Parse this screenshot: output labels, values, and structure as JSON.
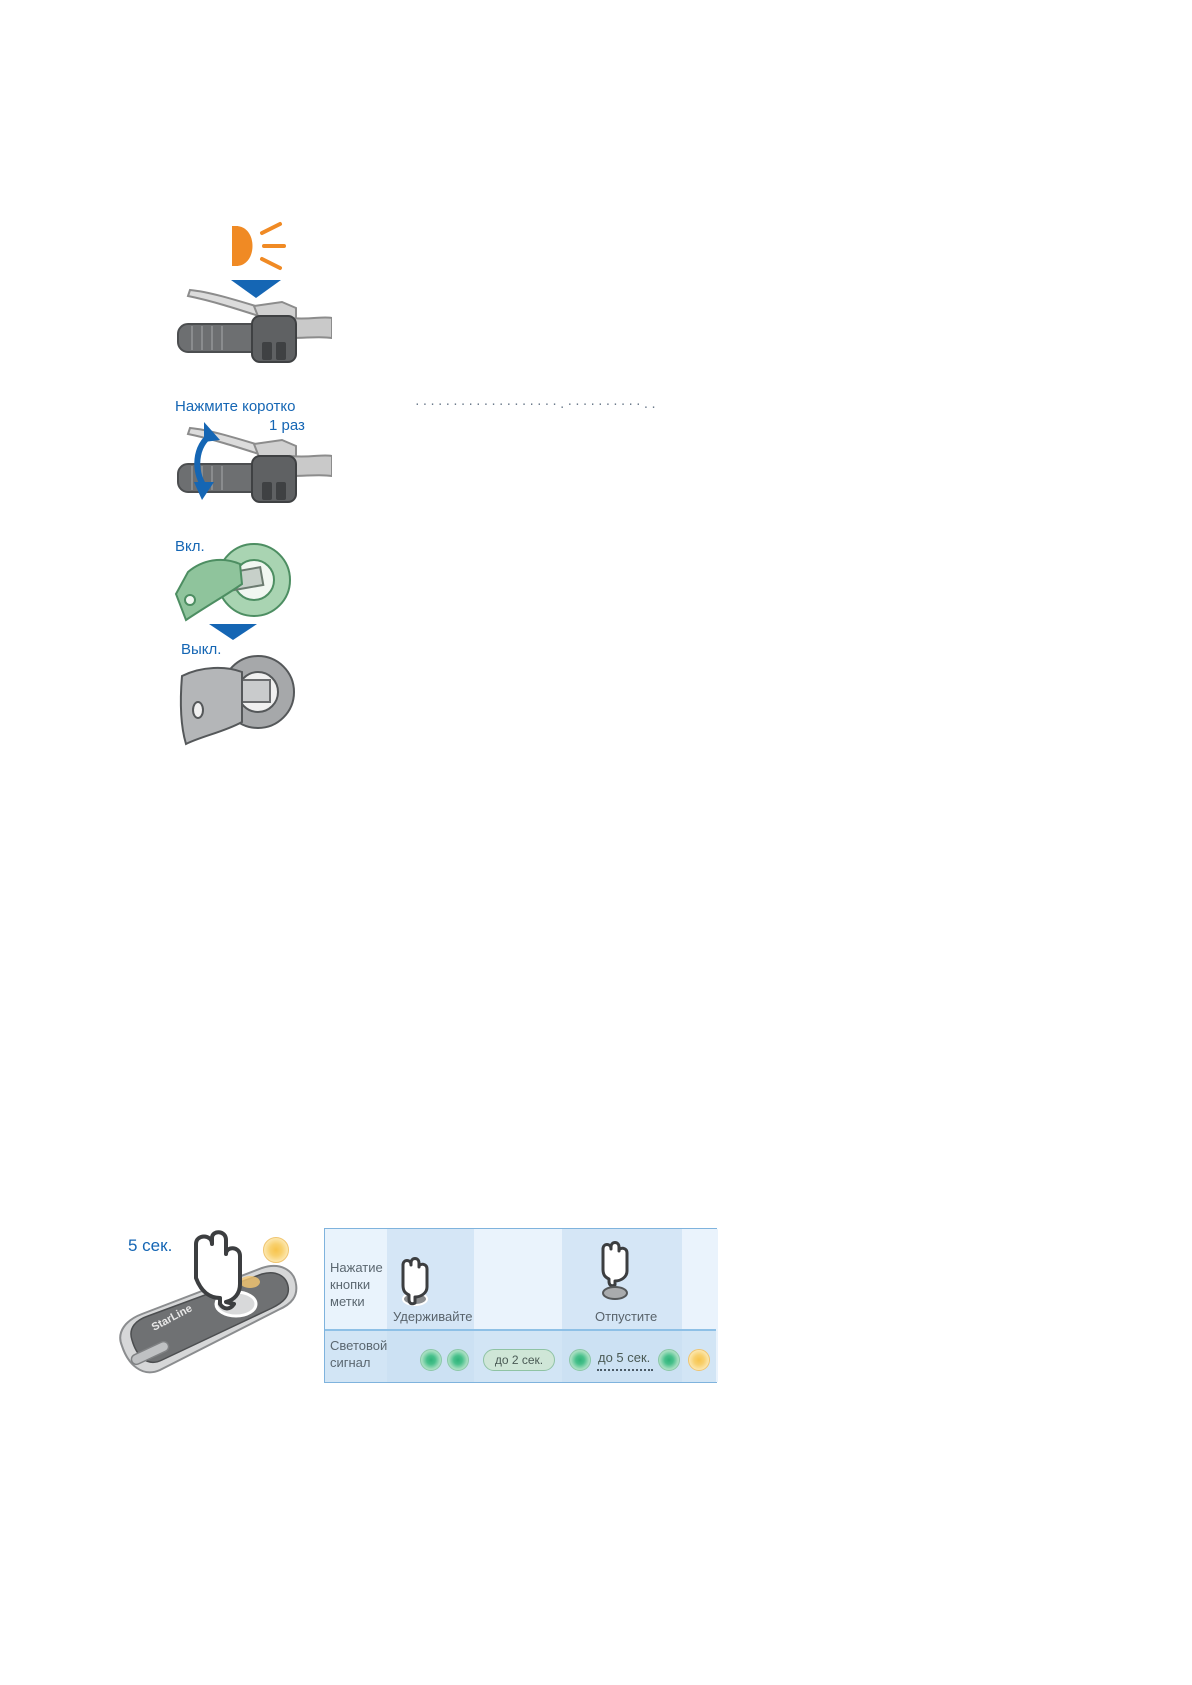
{
  "step2": {
    "press_label": "Нажмите коротко",
    "times_label": "1 раз"
  },
  "step3": {
    "on_label": "Вкл.",
    "off_label": "Выкл."
  },
  "fob": {
    "duration_label": "5 сек.",
    "brand_text": "StarLine"
  },
  "signal_table": {
    "row1_label_lines": [
      "Нажатие",
      "кнопки",
      "метки"
    ],
    "row2_label_lines": [
      "Световой",
      "сигнал"
    ],
    "hold_caption": "Удерживайте",
    "release_caption": "Отпустите",
    "wait_pill_1": "до 2 сек.",
    "wait_pill_2": "до 5 сек."
  },
  "colors": {
    "accent_blue": "#1566b4",
    "light_orange": "#f08a24",
    "led_green": "#2fb37a",
    "led_amber": "#f7c44c"
  }
}
